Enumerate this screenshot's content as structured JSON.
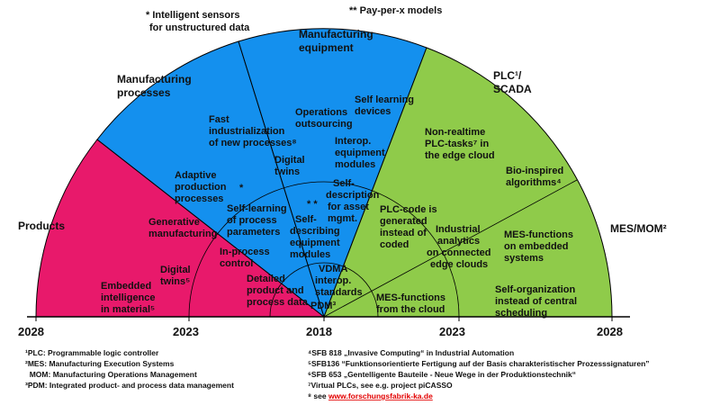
{
  "header": {
    "note_star": [
      "* Intelligent sensors",
      "for unstructured data"
    ],
    "note_dstar": "** Pay-per-x models"
  },
  "colors": {
    "products": "#e8196b",
    "processes": "#1490ee",
    "equipment": "#1490ee",
    "control": "#8fcb4a"
  },
  "icons": {
    "arrow-base": "none"
  },
  "sectors": [
    {
      "id": "products",
      "label": [
        "Products"
      ]
    },
    {
      "id": "processes",
      "label": [
        "Manufacturing",
        "processes"
      ]
    },
    {
      "id": "equipment",
      "label": [
        "Manufacturing",
        "equipment"
      ]
    },
    {
      "id": "plc",
      "label": [
        "PLC¹/",
        "SCADA"
      ]
    },
    {
      "id": "mes",
      "label": [
        "MES/MOM²"
      ]
    }
  ],
  "items": {
    "embedded": [
      "Embedded",
      "intelligence",
      "in material⁵"
    ],
    "digital_twins_products": [
      "Digital",
      "twins⁵"
    ],
    "generative": [
      "Generative",
      "manufacturing"
    ],
    "adaptive": [
      "Adaptive",
      "production",
      "processes"
    ],
    "star1": "*",
    "fast": [
      "Fast",
      "industrialization",
      "of new processes⁸"
    ],
    "selflearning_params": [
      "Self-learning",
      "of process",
      "parameters"
    ],
    "inprocess": [
      "In-process",
      "control"
    ],
    "detailed": [
      "Detailed",
      "product and",
      "process data"
    ],
    "digital_twins_equipment": [
      "Digital",
      "twins"
    ],
    "ops_outsourcing": [
      "Operations",
      "outsourcing"
    ],
    "dstar": "* *",
    "self_learning_devices": [
      "Self learning",
      "devices"
    ],
    "interop_modules": [
      "Interop.",
      "equipment",
      "modules"
    ],
    "self_desc_asset": [
      "Self-",
      "description",
      "for asset",
      "mgmt."
    ],
    "self_desc_equipment": [
      "Self-",
      "describing",
      "equipment",
      "modules"
    ],
    "vdma": [
      "VDMA",
      "interop.",
      "standards"
    ],
    "pdm": "PDM³",
    "nonrealtime": [
      "Non-realtime",
      "PLC-tasks⁷ in",
      "the edge cloud"
    ],
    "plc_code": [
      "PLC-code is",
      "generated",
      "instead of",
      "coded"
    ],
    "industrial_analytics": [
      "Industrial",
      "analytics",
      "on connected",
      "edge clouds"
    ],
    "mes_cloud": [
      "MES-functions",
      "from the cloud"
    ],
    "bio_inspired": [
      "Bio-inspired",
      "algorithms⁴"
    ],
    "mes_embedded": [
      "MES-functions",
      "on embedded",
      "systems"
    ],
    "self_org": [
      "Self-organization",
      "instead of central",
      "scheduling"
    ]
  },
  "axis": {
    "labels": [
      "2028",
      "2023",
      "2018",
      "2023",
      "2028"
    ]
  },
  "footnotes": {
    "left": [
      "¹PLC: Programmable logic controller",
      "²MES: Manufacturing Execution Systems",
      "  MOM: Manufacturing Operations Management",
      "³PDM: Integrated product- and process data management"
    ],
    "right": [
      "⁴SFB 818 „Invasive Computing“ in Industrial Automation",
      "⁵SFB136 “Funktionsorientierte Fertigung auf der Basis charakteristischer Prozesssignaturen”",
      "⁶SFB 653 „Gentelligente Bauteile - Neue Wege in der Produktionstechnik“",
      "⁷Virtual PLCs, see e.g. project piCASSO"
    ],
    "see_prefix": "⁸ see ",
    "see_link": "www.forschungsfabrik-ka.de"
  }
}
